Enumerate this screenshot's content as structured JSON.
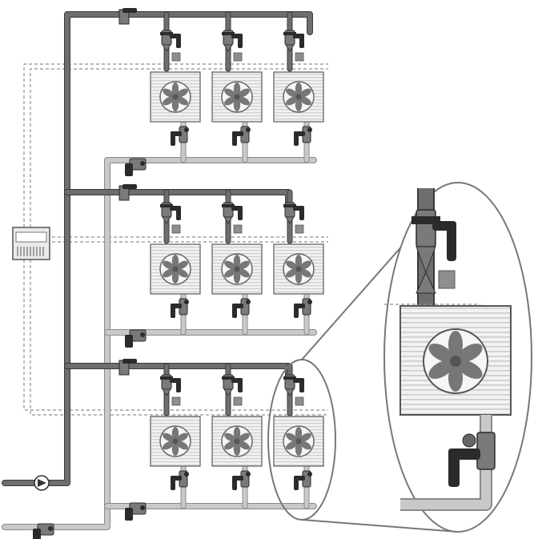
{
  "diagram": {
    "description_visible_text": "",
    "floors": 3,
    "units_per_floor": 3,
    "components": {
      "supply_riser": "pipe-supply",
      "return_riser": "pipe-return",
      "controller": "control-panel-icon",
      "unit": "fan-coil-icon",
      "valve_supply": "control-valve-icon",
      "valve_return": "balancing-valve-icon",
      "sensor": "sensor-box-icon",
      "zoom": "magnifier-callout"
    },
    "colors": {
      "supply_pipe": "#6e6e6e",
      "supply_pipe_edge": "#3a3a3a",
      "return_pipe": "#c9c9c9",
      "return_pipe_edge": "#8a8a8a",
      "valve_dark": "#2b2b2b",
      "valve_mid": "#7a7a7a",
      "sensor": "#8e8e8e",
      "unit_fill": "#efefef",
      "unit_stripe": "#d4d4d4",
      "fan_blade": "#777777",
      "signal_line": "#8f8f8f"
    }
  }
}
